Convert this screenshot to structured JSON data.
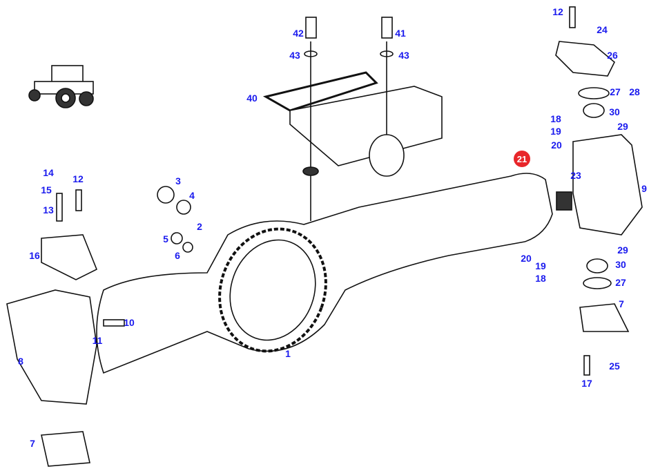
{
  "diagram": {
    "highlight": {
      "label": "21",
      "color": "#e8262a"
    },
    "label_color": "#1a1aee",
    "callouts": [
      "12",
      "24",
      "42",
      "41",
      "43",
      "43",
      "26",
      "27",
      "28",
      "40",
      "30",
      "18",
      "19",
      "29",
      "20",
      "23",
      "9",
      "14",
      "12",
      "15",
      "13",
      "3",
      "4",
      "2",
      "5",
      "6",
      "16",
      "29",
      "20",
      "19",
      "30",
      "18",
      "27",
      "7",
      "10",
      "11",
      "8",
      "1",
      "25",
      "17",
      "7"
    ]
  }
}
